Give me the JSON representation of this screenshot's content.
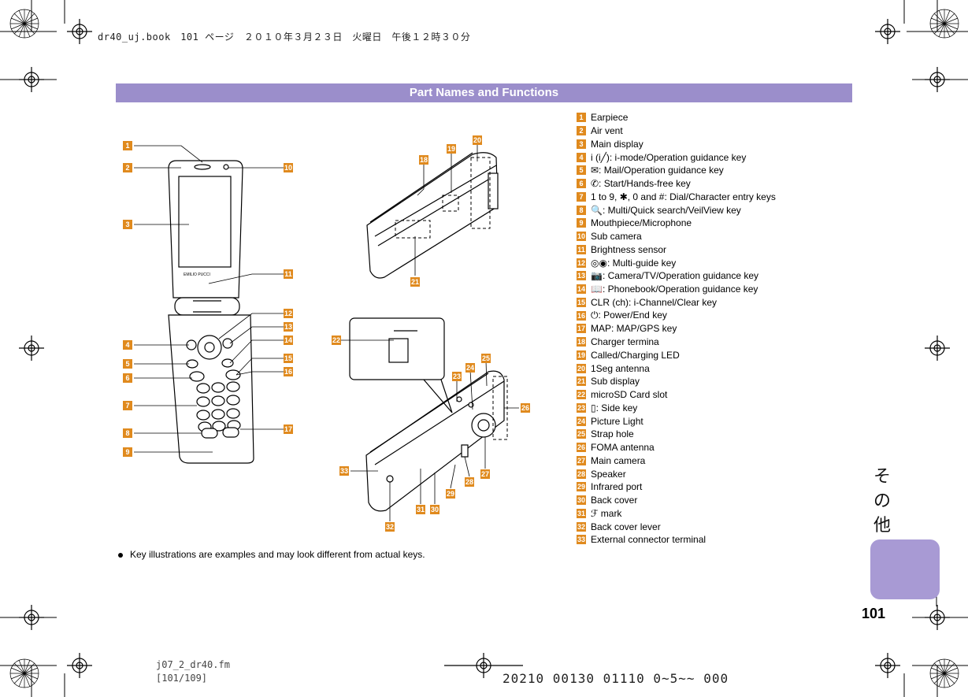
{
  "header": {
    "print_line": "dr40_uj.book　101 ページ　２０１０年３月２３日　火曜日　午後１２時３０分"
  },
  "title": "Part Names and Functions",
  "parts": [
    {
      "n": "1",
      "label": "Earpiece"
    },
    {
      "n": "2",
      "label": "Air vent"
    },
    {
      "n": "3",
      "label": "Main display"
    },
    {
      "n": "4",
      "label": "i (i╱): i-mode/Operation guidance key"
    },
    {
      "n": "5",
      "label": "✉: Mail/Operation guidance key"
    },
    {
      "n": "6",
      "label": "✆: Start/Hands-free key"
    },
    {
      "n": "7",
      "label": "1 to 9, ✱, 0 and #: Dial/Character entry keys"
    },
    {
      "n": "8",
      "label": "🔍: Multi/Quick search/VeilView key"
    },
    {
      "n": "9",
      "label": "Mouthpiece/Microphone"
    },
    {
      "n": "10",
      "label": "Sub camera"
    },
    {
      "n": "11",
      "label": "Brightness sensor"
    },
    {
      "n": "12",
      "label": "◎◉: Multi-guide key"
    },
    {
      "n": "13",
      "label": "📷: Camera/TV/Operation guidance key"
    },
    {
      "n": "14",
      "label": "📖: Phonebook/Operation guidance key"
    },
    {
      "n": "15",
      "label": "CLR (ch): i-Channel/Clear key"
    },
    {
      "n": "16",
      "label": "⏻: Power/End key"
    },
    {
      "n": "17",
      "label": "MAP: MAP/GPS key"
    },
    {
      "n": "18",
      "label": "Charger termina"
    },
    {
      "n": "19",
      "label": "Called/Charging LED"
    },
    {
      "n": "20",
      "label": "1Seg antenna"
    },
    {
      "n": "21",
      "label": "Sub display"
    },
    {
      "n": "22",
      "label": "microSD Card slot"
    },
    {
      "n": "23",
      "label": "▯: Side key"
    },
    {
      "n": "24",
      "label": "Picture Light"
    },
    {
      "n": "25",
      "label": "Strap hole"
    },
    {
      "n": "26",
      "label": "FOMA antenna"
    },
    {
      "n": "27",
      "label": "Main camera"
    },
    {
      "n": "28",
      "label": "Speaker"
    },
    {
      "n": "29",
      "label": "Infrared port"
    },
    {
      "n": "30",
      "label": "Back cover"
    },
    {
      "n": "31",
      "label": "ℱ mark"
    },
    {
      "n": "32",
      "label": "Back cover lever"
    },
    {
      "n": "33",
      "label": "External connector terminal"
    }
  ],
  "note": "Key illustrations are examples and may look different from actual keys.",
  "side_tab": [
    "そ",
    "の",
    "他"
  ],
  "page_number": "101",
  "footer": {
    "file": "j07_2_dr40.fm",
    "pages": "[101/109]",
    "code": "20210 00130 01110 0~5~~ 000"
  },
  "colors": {
    "title_bar": "#9b8ecb",
    "callout": "#e08a1e",
    "side_block": "#a89ad4"
  }
}
